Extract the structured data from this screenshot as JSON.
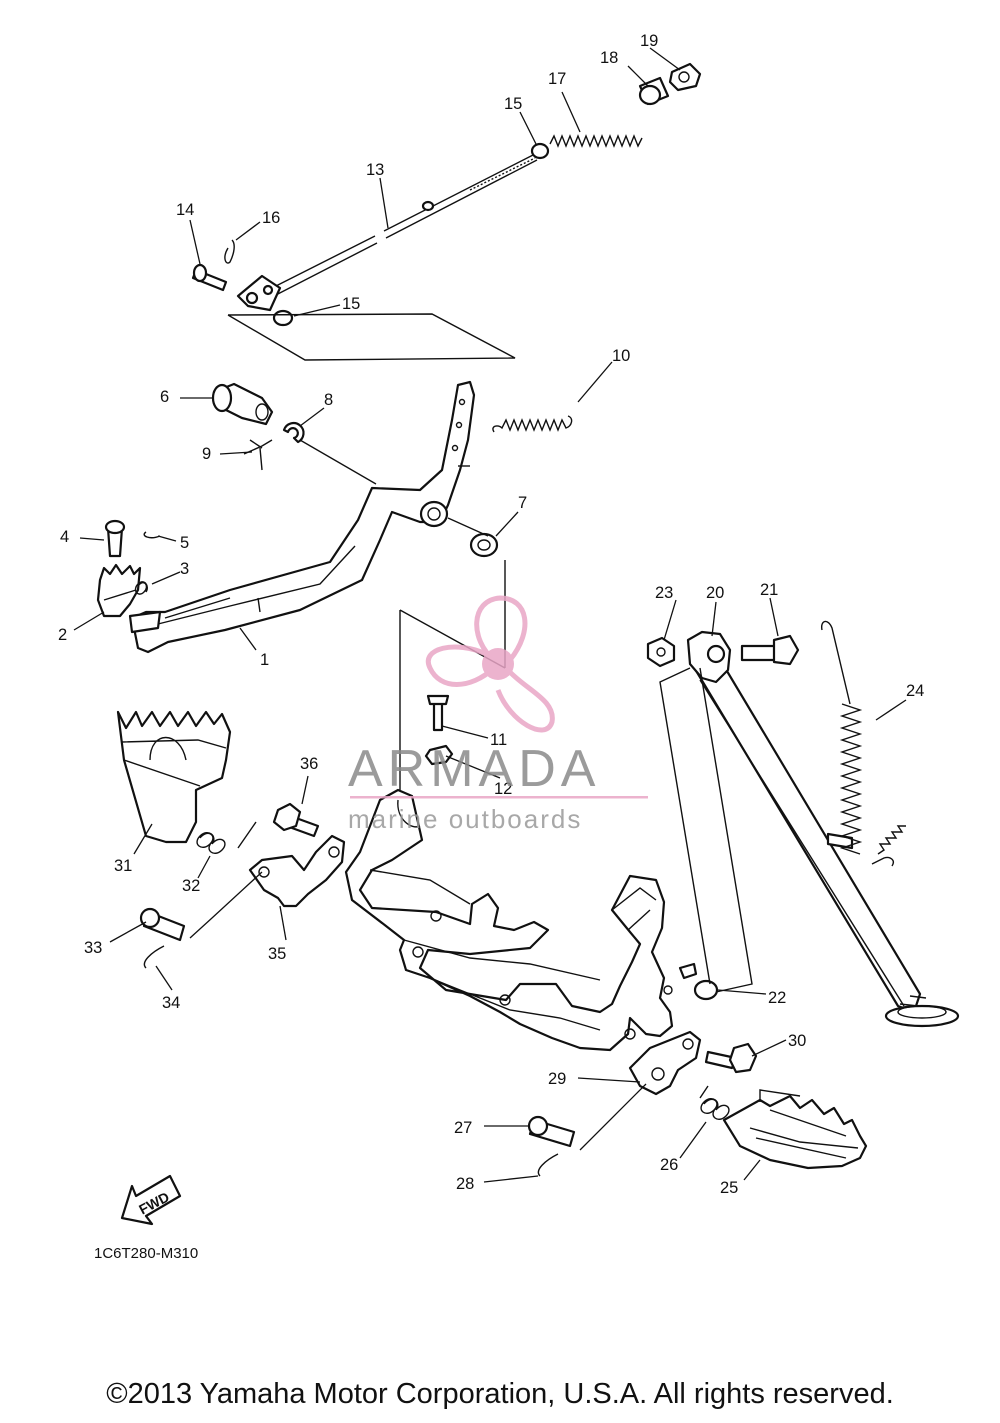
{
  "callouts": [
    "1",
    "2",
    "3",
    "4",
    "5",
    "6",
    "7",
    "8",
    "9",
    "10",
    "11",
    "12",
    "13",
    "14",
    "15",
    "15",
    "16",
    "17",
    "18",
    "19",
    "20",
    "21",
    "22",
    "23",
    "24",
    "25",
    "26",
    "27",
    "28",
    "29",
    "30",
    "31",
    "32",
    "33",
    "34",
    "35",
    "36"
  ],
  "diagram_code": "1C6T280-M310",
  "fwd_label": "FWD",
  "watermark": {
    "brand": "ARMADA",
    "tagline": "marine outboards",
    "color": "#e9a6c6"
  },
  "copyright": "©2013 Yamaha Motor Corporation, U.S.A. All rights reserved."
}
